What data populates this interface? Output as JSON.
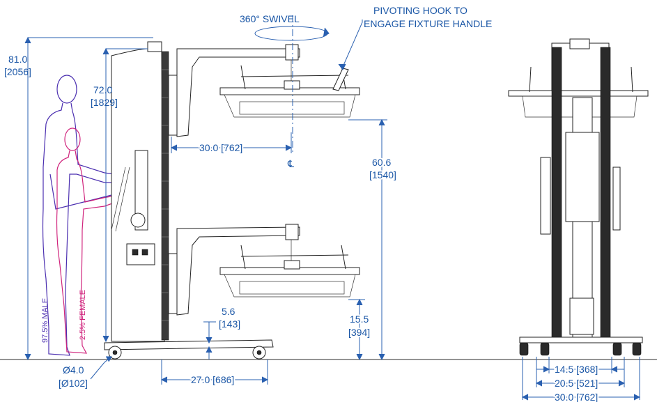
{
  "annotations": {
    "swivel": "360° SWIVEL",
    "hook_line1": "PIVOTING HOOK TO",
    "hook_line2": "ENGAGE FIXTURE HANDLE",
    "centerline": "℄"
  },
  "dimensions": {
    "height_total_in": "81.0",
    "height_total_mm": "[2056]",
    "height_col_in": "72.0",
    "height_col_mm": "[1829]",
    "reach": "30.0 [762]",
    "upper_height_in": "60.6",
    "upper_height_mm": "[1540]",
    "lower_height_in": "15.5",
    "lower_height_mm": "[394]",
    "clearance_in": "5.6",
    "clearance_mm": "[143]",
    "wheelbase": "27.0 [686]",
    "wheel_dia_in": "Ø4.0",
    "wheel_dia_mm": "[Ø102]",
    "width_inner": "14.5 [368]",
    "width_mid": "20.5 [521]",
    "width_outer": "30.0 [762]"
  },
  "figures": {
    "male": "97.5% MALE",
    "female": "2.5% FEMALE"
  },
  "colors": {
    "dimension": "#1a56a6",
    "male": "#4b2fb0",
    "female": "#d0237c",
    "linework": "#222222"
  }
}
